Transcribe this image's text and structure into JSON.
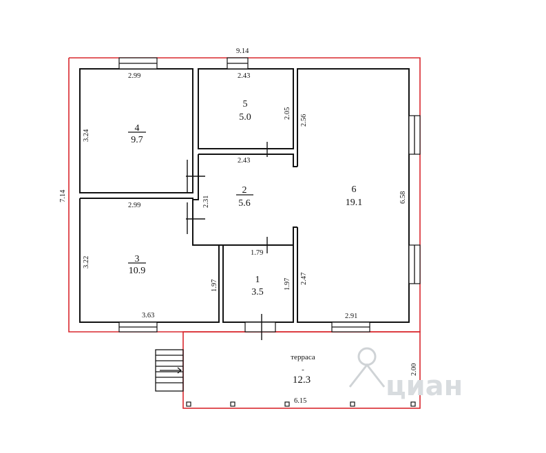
{
  "outer": {
    "width_label": "9.14",
    "height_label": "7.14"
  },
  "rooms": [
    {
      "key": "r4",
      "number": "4",
      "area": "9.7",
      "dims": {
        "top": "2.99",
        "left": "3.24"
      }
    },
    {
      "key": "r5",
      "number": "5",
      "area": "5.0",
      "dims": {
        "top": "2.43",
        "right": "2.05",
        "bottom": "2.43"
      }
    },
    {
      "key": "r6",
      "number": "6",
      "area": "19.1",
      "dims": {
        "left_top": "2.56",
        "right": "6.58",
        "left_bottom": "2.47",
        "bottom": "2.91"
      }
    },
    {
      "key": "r2",
      "number": "2",
      "area": "5.6",
      "dims": {
        "left": "2.31",
        "bottom": "1.79"
      }
    },
    {
      "key": "r3",
      "number": "3",
      "area": "10.9",
      "dims": {
        "top": "2.99",
        "left": "3.22",
        "right": "1.97",
        "bottom": "3.63"
      }
    },
    {
      "key": "r1",
      "number": "1",
      "area": "3.5",
      "dims": {
        "right": "1.97"
      }
    }
  ],
  "terrace": {
    "label": "терраса",
    "dash": "-",
    "area": "12.3",
    "width_label": "6.15",
    "height_label": "2.00"
  },
  "watermark": {
    "text": "циан",
    "icon": "cian-logo-icon"
  }
}
